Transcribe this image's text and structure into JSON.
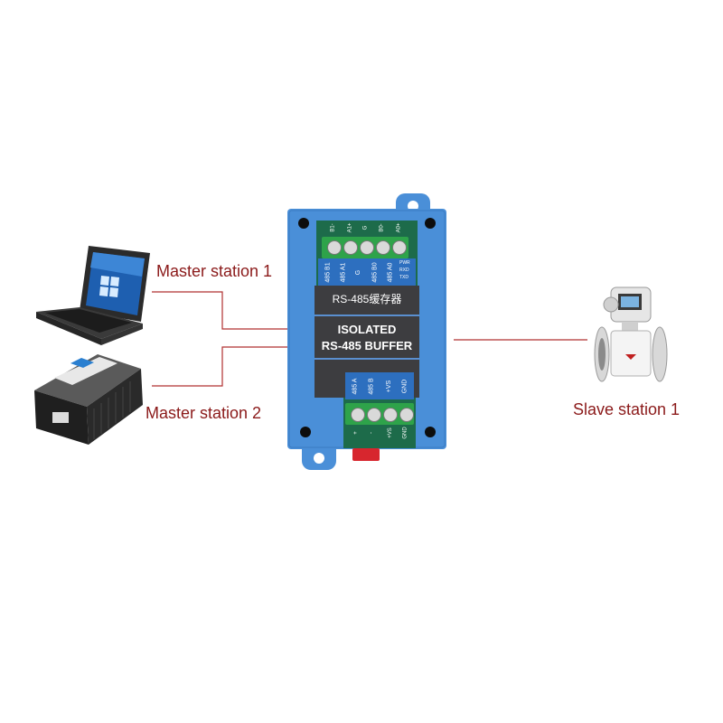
{
  "labels": {
    "master1": "Master station 1",
    "master2": "Master station 2",
    "slave1": "Slave station 1"
  },
  "device": {
    "title_cn": "RS-485缓存器",
    "title_line1": "ISOLATED",
    "title_line2": "RS-485 BUFFER",
    "top_terminals": [
      "485 B1",
      "485 A1",
      "G",
      "485 B0",
      "485 A0"
    ],
    "top_terminal_pins": [
      "B1-",
      "A1+",
      "G",
      "B0-",
      "A0+"
    ],
    "top_leds": [
      "PWR",
      "RXD",
      "TXD"
    ],
    "bottom_terminals": [
      "485 A",
      "485 B",
      "+VS",
      "GND"
    ],
    "bottom_terminal_pins": [
      "+",
      "-",
      "+VS",
      "GND"
    ]
  },
  "colors": {
    "enclosure": "#4a8fd8",
    "panel": "#3d3d40",
    "pcb": "#1d6b4a",
    "connector": "#2ea34a",
    "label_text": "#8b1a1a",
    "link_line": "#b03030"
  }
}
